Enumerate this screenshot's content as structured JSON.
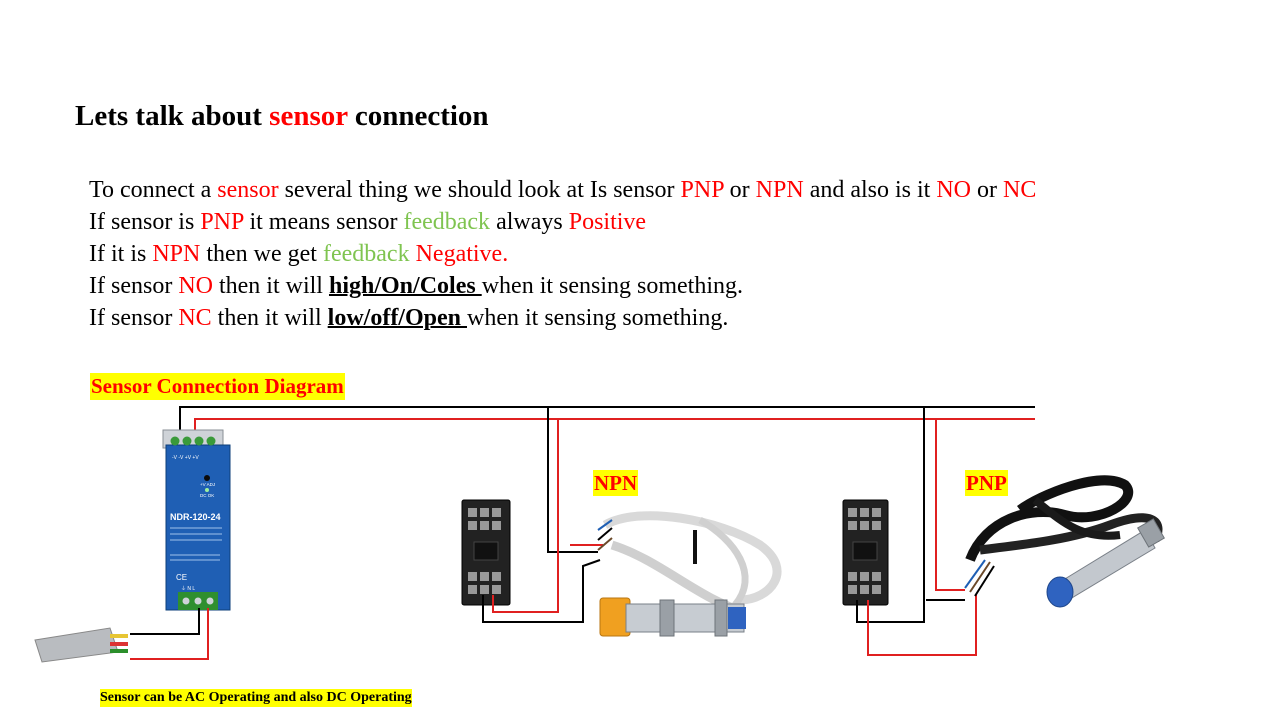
{
  "slide": {
    "title": {
      "part1": "Lets talk about ",
      "highlight": "sensor",
      "part2": " connection"
    },
    "lines": [
      {
        "segments": [
          {
            "t": "To connect a ",
            "s": "n"
          },
          {
            "t": "sensor",
            "s": "r"
          },
          {
            "t": " several thing we should look at Is sensor ",
            "s": "n"
          },
          {
            "t": "PNP",
            "s": "r"
          },
          {
            "t": " or ",
            "s": "n"
          },
          {
            "t": "NPN",
            "s": "r"
          },
          {
            "t": " and also is it ",
            "s": "n"
          },
          {
            "t": "NO",
            "s": "r"
          },
          {
            "t": " or ",
            "s": "n"
          },
          {
            "t": "NC",
            "s": "r"
          }
        ]
      },
      {
        "segments": [
          {
            "t": "If sensor is ",
            "s": "n"
          },
          {
            "t": "PNP",
            "s": "r"
          },
          {
            "t": " it means sensor ",
            "s": "n"
          },
          {
            "t": "feedback",
            "s": "g"
          },
          {
            "t": " always ",
            "s": "n"
          },
          {
            "t": "Positive",
            "s": "r"
          }
        ]
      },
      {
        "segments": [
          {
            "t": "If it is ",
            "s": "n"
          },
          {
            "t": "NPN",
            "s": "r"
          },
          {
            "t": " then we get ",
            "s": "n"
          },
          {
            "t": "feedback",
            "s": "g"
          },
          {
            "t": " ",
            "s": "n"
          },
          {
            "t": "Negative.",
            "s": "r"
          }
        ]
      },
      {
        "segments": [
          {
            "t": "If sensor ",
            "s": "n"
          },
          {
            "t": "NO",
            "s": "r"
          },
          {
            "t": " then it will ",
            "s": "n"
          },
          {
            "t": "high/On/Coles ",
            "s": "u"
          },
          {
            "t": "when it sensing something.",
            "s": "n"
          }
        ]
      },
      {
        "segments": [
          {
            "t": "If sensor ",
            "s": "n"
          },
          {
            "t": "NC",
            "s": "r"
          },
          {
            "t": " then it will ",
            "s": "n"
          },
          {
            "t": "low/off/Open ",
            "s": "u"
          },
          {
            "t": "when it sensing something.",
            "s": "n"
          }
        ]
      }
    ],
    "diagram_title": "Sensor Connection Diagram",
    "npn_label": "NPN",
    "pnp_label": "PNP",
    "footnote": "Sensor can be AC Operating and also DC Operating",
    "psu": {
      "model": "NDR-120-24",
      "terminals_top": "-V  -V  +V  +V",
      "adj": "+V ADJ",
      "dc_ok": "DC OK",
      "terminals_bottom": "⏚  N  L"
    },
    "colors": {
      "red_text": "#ff0000",
      "green_text": "#7fc450",
      "highlight": "#ffff00",
      "wire_red": "#e02020",
      "wire_black": "#000000",
      "psu_blue": "#1f5fb4",
      "relay_base": "#222222",
      "npn_sensor_body": "#f0a020",
      "pnp_sensor_face": "#2f63c0"
    }
  }
}
